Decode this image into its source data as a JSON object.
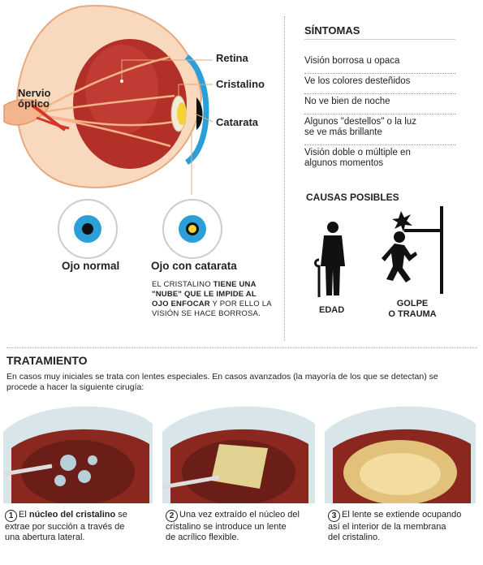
{
  "anatomy": {
    "retina": "Retina",
    "cristalino": "Cristalino",
    "catarata": "Catarata",
    "nervio_line1": "Nervio",
    "nervio_line2": "óptico"
  },
  "eyes": {
    "normal": "Ojo normal",
    "cataract": "Ojo con catarata"
  },
  "caption": {
    "l1a": "EL CRISTALINO ",
    "l1b": "TIENE UNA",
    "l2": "\"NUBE\" QUE LE IMPIDE AL",
    "l3a": "OJO ENFOCAR",
    "l3b": " Y POR ELLO LA",
    "l4": "VISIÓN SE HACE BORROSA."
  },
  "symptoms": {
    "title": "SÍNTOMAS",
    "items": [
      [
        "Visión borrosa u opaca"
      ],
      [
        "Ve los colores desteñidos"
      ],
      [
        "No ve bien de noche"
      ],
      [
        "Algunos \"destellos\" o la luz",
        "se ve más brillante"
      ],
      [
        "Visión doble o múltiple en",
        "algunos momentos"
      ]
    ]
  },
  "causes": {
    "title": "CAUSAS POSIBLES",
    "age": "EDAD",
    "hit_line1": "GOLPE",
    "hit_line2": "O TRAUMA"
  },
  "treatment": {
    "title": "TRATAMIENTO",
    "intro_line1": "En casos muy iniciales se trata con lentes especiales. En casos avanzados (la mayoría de los que se detectan) se",
    "intro_line2": "procede a hacer la siguiente cirugía:",
    "steps": [
      {
        "num": "1",
        "a": "El ",
        "b": "núcleo del cristalino",
        "c": " se",
        "l2": "extrae por succión a través de",
        "l3": "una abertura lateral."
      },
      {
        "num": "2",
        "l1": "Una vez extraído el núcleo del",
        "l2": "cristalino se introduce un lente",
        "l3": "de acrílico flexible."
      },
      {
        "num": "3",
        "l1": "El lente se extiende ocupando",
        "l2": "así el interior de la membrana",
        "l3": "del cristalino."
      }
    ]
  },
  "colors": {
    "red": "#c4342a",
    "skin": "#f5c9a6",
    "blue": "#2a9fd8",
    "yellow": "#f6d23a",
    "black": "#1a1a1a"
  }
}
